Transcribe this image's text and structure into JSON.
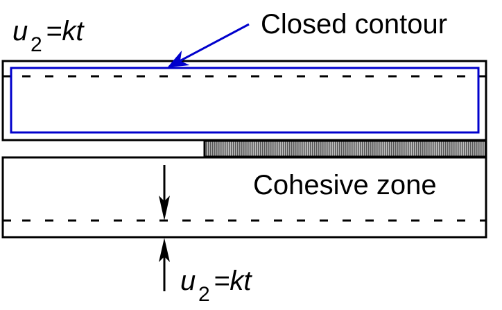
{
  "labels": {
    "closed_contour": "Closed contour",
    "cohesive_zone": "Cohesive zone",
    "top_load": {
      "var": "u",
      "sub": "2",
      "rhs": "=kt"
    },
    "bottom_load": {
      "var": "u",
      "sub": "2",
      "rhs": "=kt"
    }
  },
  "colors": {
    "contour": "#0000cc",
    "outline": "#000000",
    "cohesive_fill": "#8a8a8a"
  }
}
